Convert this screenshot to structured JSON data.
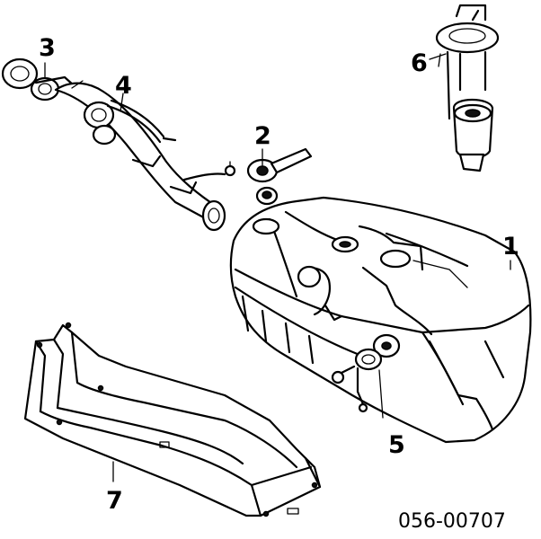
{
  "diagram": {
    "callouts": [
      "1",
      "2",
      "3",
      "4",
      "5",
      "6",
      "7"
    ],
    "diagram_code": "056-00707"
  }
}
